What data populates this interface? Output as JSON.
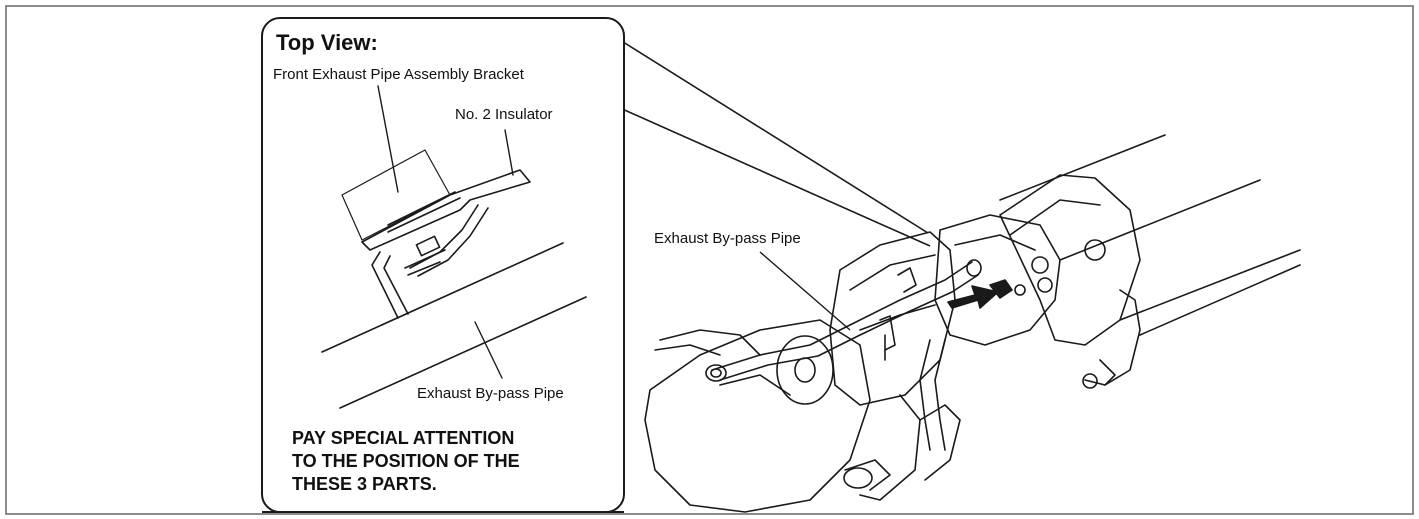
{
  "callout": {
    "title": "Top View:",
    "labels": {
      "bracket": "Front Exhaust Pipe Assembly Bracket",
      "insulator": "No. 2 Insulator",
      "pipe": "Exhaust By-pass Pipe"
    },
    "note_lines": [
      "PAY SPECIAL ATTENTION",
      "TO THE POSITION OF THE",
      "THESE 3 PARTS."
    ]
  },
  "main_view": {
    "labels": {
      "pipe": "Exhaust By-pass Pipe"
    }
  },
  "colors": {
    "line": "#1a1a1a",
    "background": "#ffffff"
  }
}
